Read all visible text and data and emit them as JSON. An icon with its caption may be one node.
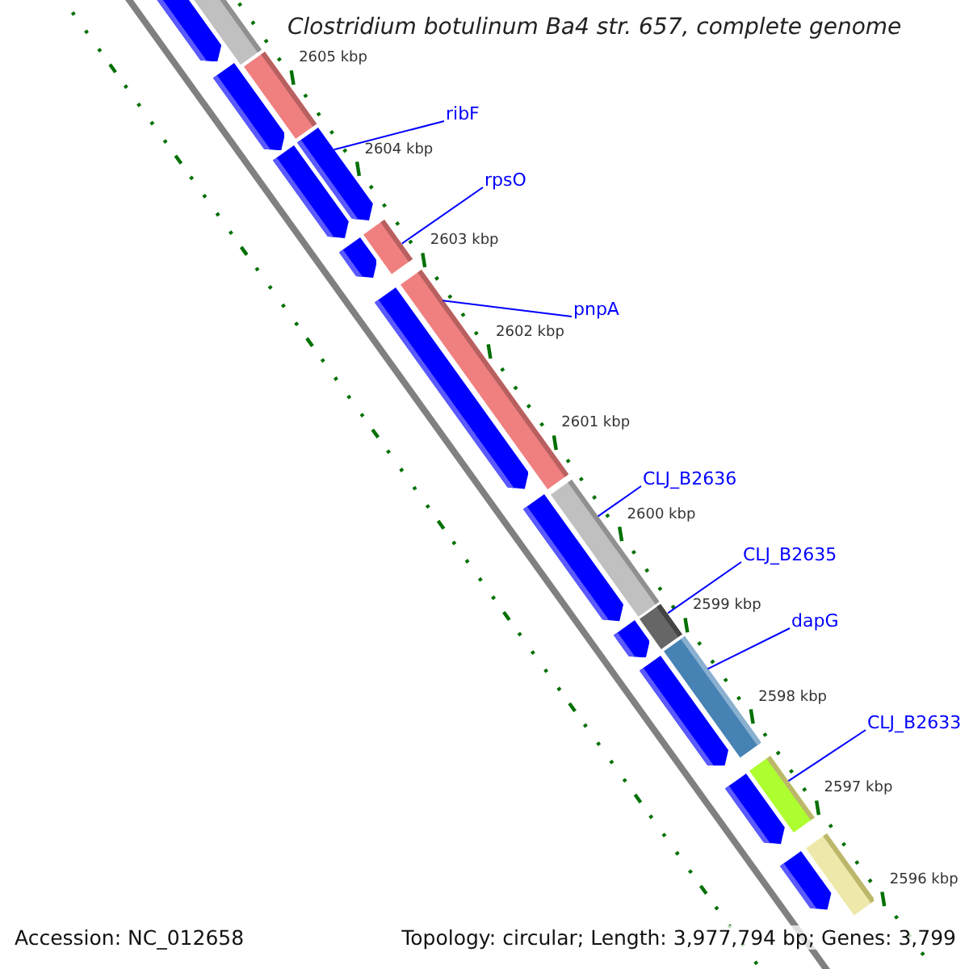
{
  "diagram": {
    "title": "Clostridium botulinum Ba4 str. 657, complete genome",
    "nodes": [
      {
        "text": [
          "ribF"
        ]
      },
      {
        "text": [],
        "shape": "arrow"
      },
      {
        "text": [
          "rpsO"
        ]
      },
      {
        "text": [],
        "shape": "bar"
      },
      {
        "text": [
          "pnpA"
        ]
      },
      {
        "text": [],
        "shape": "bar"
      },
      {
        "text": [
          "CLJ_B2636"
        ]
      },
      {
        "text": [],
        "shape": "bar"
      },
      {
        "text": [
          "CLJ_B2635"
        ]
      },
      {
        "text": [],
        "shape": "bar"
      },
      {
        "text": [
          "dapG"
        ]
      },
      {
        "text": [],
        "shape": "bar"
      },
      {
        "text": [
          "CLJ_B2633"
        ]
      },
      {
        "text": [],
        "shape": "bar"
      },
      {
        "text": [],
        "shape": "bar"
      },
      {
        "text": [],
        "shape": "arrow"
      },
      {
        "text": [],
        "shape": "arrow"
      },
      {
        "text": [],
        "shape": "bar"
      },
      {
        "text": [],
        "shape": "arrow"
      },
      {
        "text": [],
        "shape": "arrow"
      },
      {
        "text": [],
        "shape": "arrow"
      },
      {
        "text": [],
        "shape": "arrow"
      },
      {
        "text": [],
        "shape": "arrow"
      },
      {
        "text": [],
        "shape": "arrow"
      },
      {
        "text": [],
        "shape": "arrow"
      },
      {
        "text": [],
        "shape": "bar"
      },
      {
        "text": [],
        "shape": "arrow"
      }
    ],
    "edges": [
      {
        "from": 0,
        "to": 1,
        "arrow": "none"
      },
      {
        "from": 2,
        "to": 3,
        "arrow": "none"
      },
      {
        "from": 4,
        "to": 5,
        "arrow": "none"
      },
      {
        "from": 6,
        "to": 7,
        "arrow": "none"
      },
      {
        "from": 8,
        "to": 9,
        "arrow": "none"
      },
      {
        "from": 10,
        "to": 11,
        "arrow": "none"
      },
      {
        "from": 12,
        "to": 13,
        "arrow": "none"
      }
    ],
    "labels": [
      "2605 kbp",
      "2604 kbp",
      "2603 kbp",
      "2602 kbp",
      "2601 kbp",
      "2600 kbp",
      "2599 kbp",
      "2598 kbp",
      "2597 kbp",
      "2596 kbp",
      "Accession: NC_012658",
      "Topology: circular; Length: 3,977,794 bp; Genes: 3,799"
    ]
  }
}
